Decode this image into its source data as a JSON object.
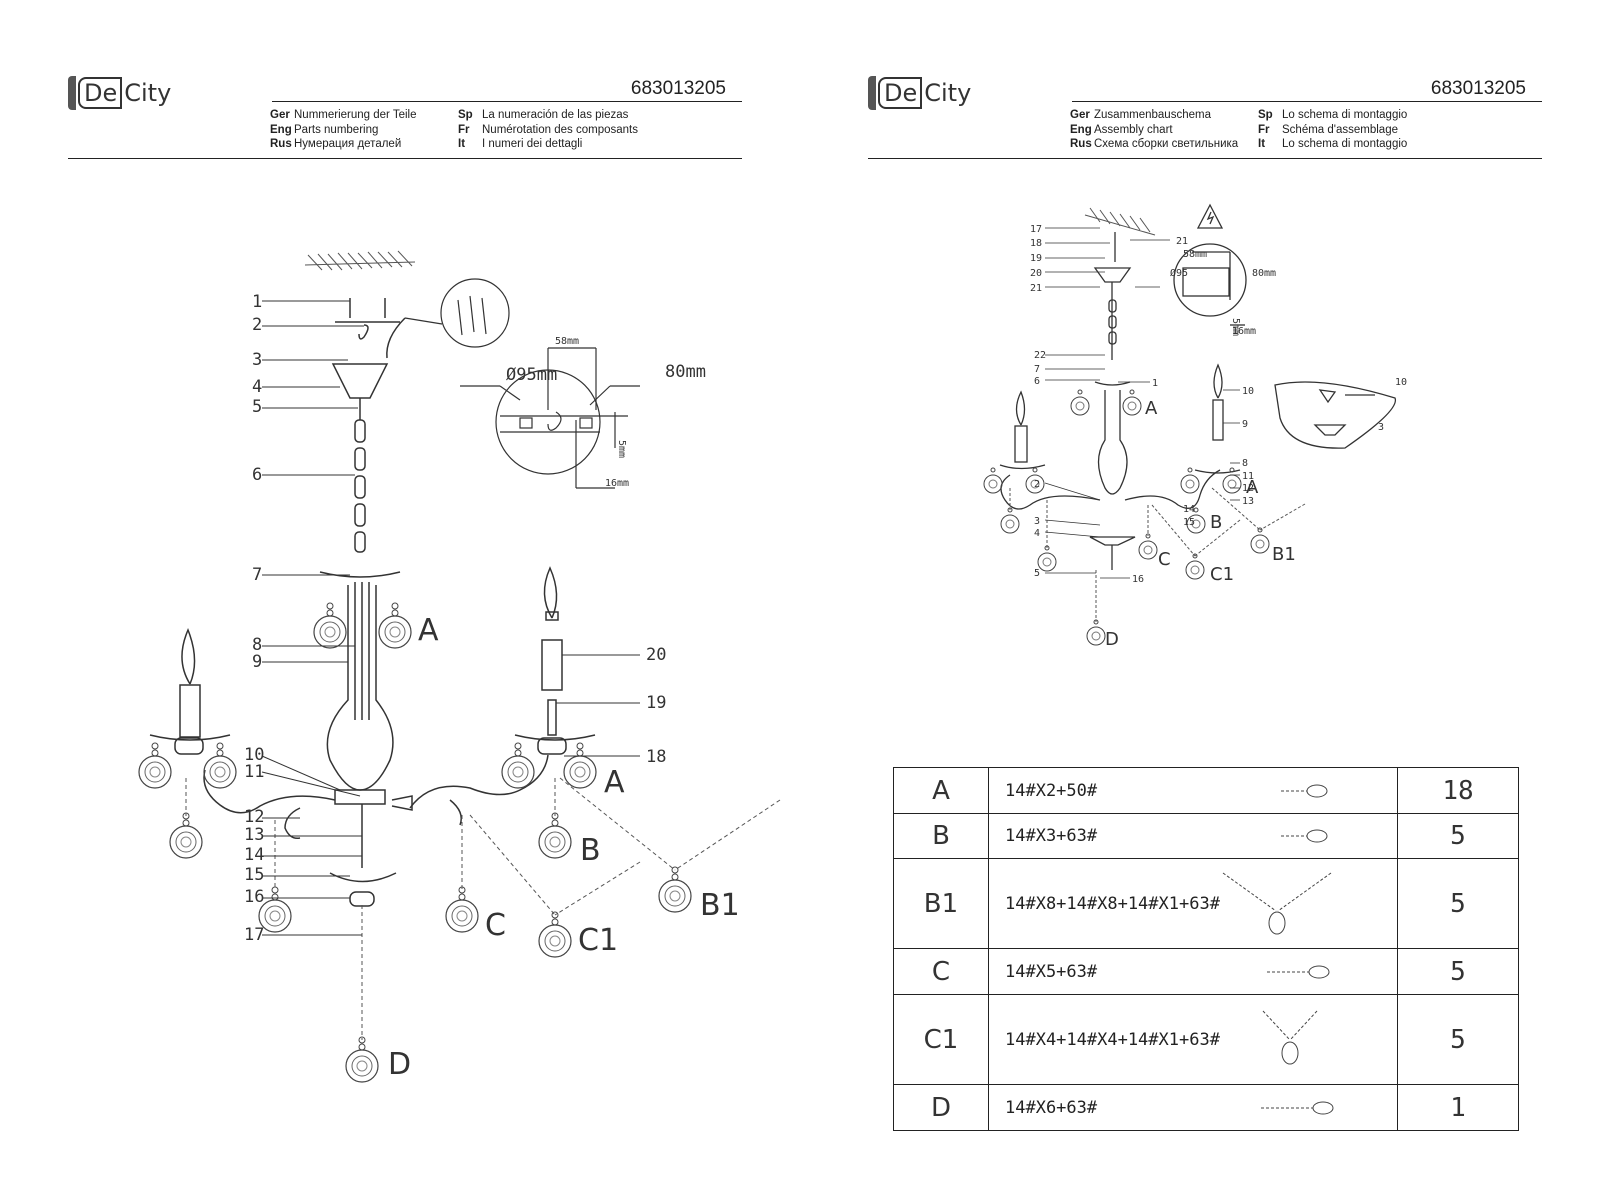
{
  "brand": "De City",
  "brand_parts": [
    "De",
    "City"
  ],
  "doc_number": "683013205",
  "left_header": [
    {
      "code": "Ger",
      "text": "Nummerierung der Teile"
    },
    {
      "code": "Eng",
      "text": "Parts numbering"
    },
    {
      "code": "Rus",
      "text": "Нумерация деталей"
    },
    {
      "code": "Sp",
      "text": "La numeración de las piezas"
    },
    {
      "code": "Fr",
      "text": "Numérotation des composants"
    },
    {
      "code": "It",
      "text": "I numeri dei dettagli"
    }
  ],
  "right_header": [
    {
      "code": "Ger",
      "text": "Zusammenbauschema"
    },
    {
      "code": "Eng",
      "text": "Assembly chart"
    },
    {
      "code": "Rus",
      "text": "Схема сборки светильника"
    },
    {
      "code": "Sp",
      "text": "Lo schema di montaggio"
    },
    {
      "code": "Fr",
      "text": "Schéma d'assemblage"
    },
    {
      "code": "It",
      "text": "Lo schema di montaggio"
    }
  ],
  "left_part_numbers": [
    "1",
    "2",
    "3",
    "4",
    "5",
    "6",
    "7",
    "8",
    "9",
    "10",
    "11",
    "12",
    "13",
    "14",
    "15",
    "16",
    "17",
    "18",
    "19",
    "20"
  ],
  "left_crystal_labels": [
    "A",
    "A",
    "B",
    "B1",
    "C",
    "C1",
    "D"
  ],
  "mount_dims": {
    "d": "Ø95mm",
    "w": "58mm",
    "h": "80mm",
    "s1": "5mm",
    "s2": "16mm"
  },
  "right_part_numbers": [
    "17",
    "18",
    "19",
    "20",
    "21",
    "22",
    "7",
    "6",
    "1",
    "10",
    "9",
    "8",
    "11",
    "12",
    "13",
    "14",
    "15",
    "16",
    "2",
    "3",
    "4",
    "5",
    "10",
    "3"
  ],
  "right_crystal_labels": [
    "A",
    "A",
    "B",
    "B1",
    "C",
    "C1",
    "D"
  ],
  "right_dims": {
    "d": "Ø95",
    "w": "58mm",
    "h": "80mm",
    "s1": "5mm",
    "s2": "16mm"
  },
  "crystal_table": [
    {
      "code": "A",
      "spec": "14#X2+50#",
      "qty": "18",
      "icon": "short-drop-icon"
    },
    {
      "code": "B",
      "spec": "14#X3+63#",
      "qty": "5",
      "icon": "short-drop-icon"
    },
    {
      "code": "B1",
      "spec": "14#X8+14#X8+14#X1+63#",
      "qty": "5",
      "icon": "v-garland-icon"
    },
    {
      "code": "C",
      "spec": "14#X5+63#",
      "qty": "5",
      "icon": "medium-drop-icon"
    },
    {
      "code": "C1",
      "spec": "14#X4+14#X4+14#X1+63#",
      "qty": "5",
      "icon": "small-v-garland-icon"
    },
    {
      "code": "D",
      "spec": "14#X6+63#",
      "qty": "1",
      "icon": "long-drop-icon"
    }
  ]
}
